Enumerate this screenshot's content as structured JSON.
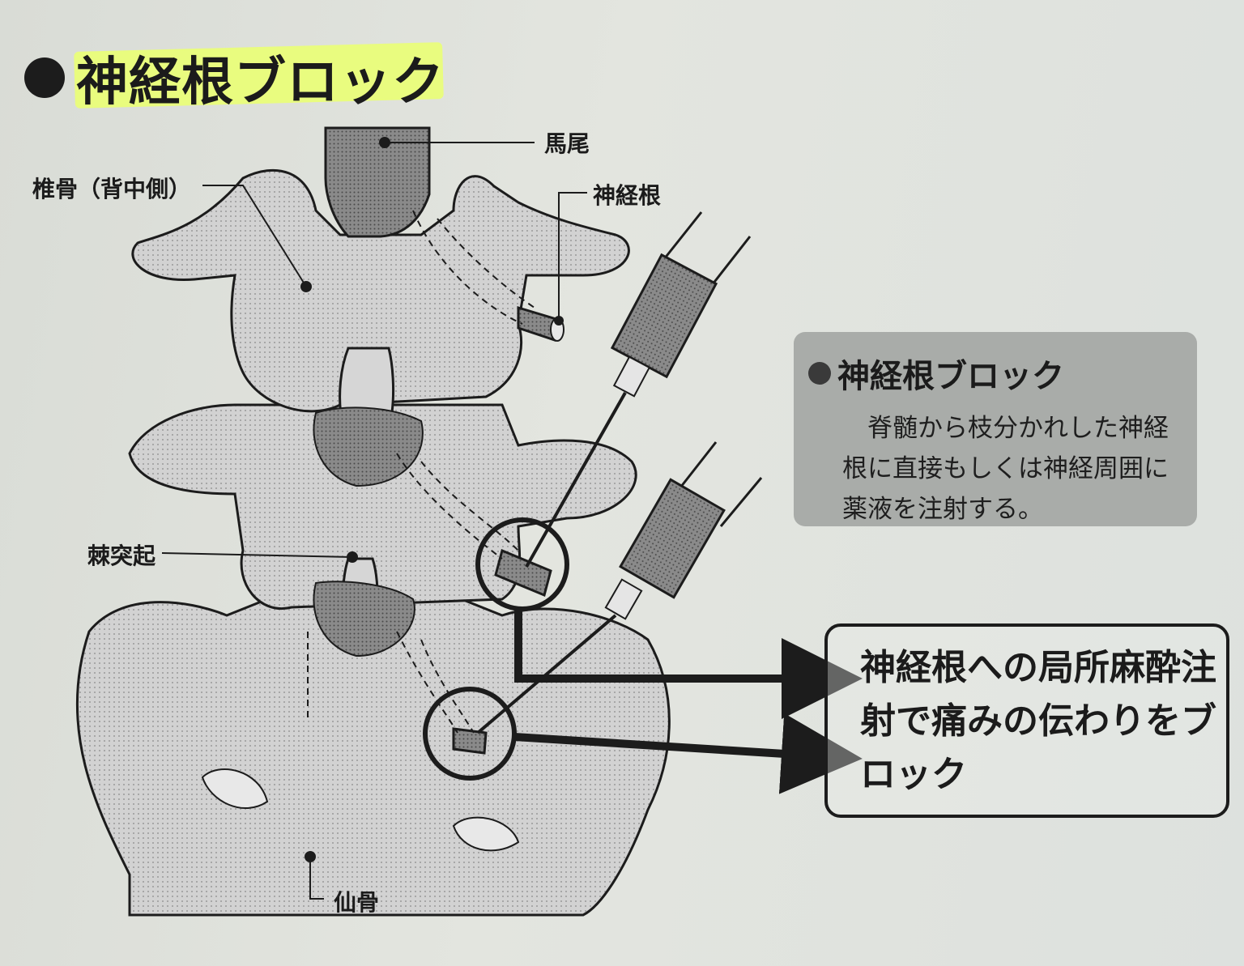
{
  "title": "神経根ブロック",
  "labels": {
    "cauda_equina": "馬尾",
    "vertebra": "椎骨（背中側）",
    "nerve_root": "神経根",
    "spinous_process": "棘突起",
    "sacrum": "仙骨"
  },
  "info_box": {
    "title": "神経根ブロック",
    "body": "脊髄から枝分かれした神経根に直接もしくは神経周囲に薬液を注射する。"
  },
  "callout": {
    "text": "神経根への局所麻酔注射で痛みの伝わりをブロック"
  },
  "colors": {
    "highlight": "#eaff74",
    "bone": "#cfcfcf",
    "dark_gray": "#7a7a7a",
    "info_box_bg": "#a9aca9"
  }
}
